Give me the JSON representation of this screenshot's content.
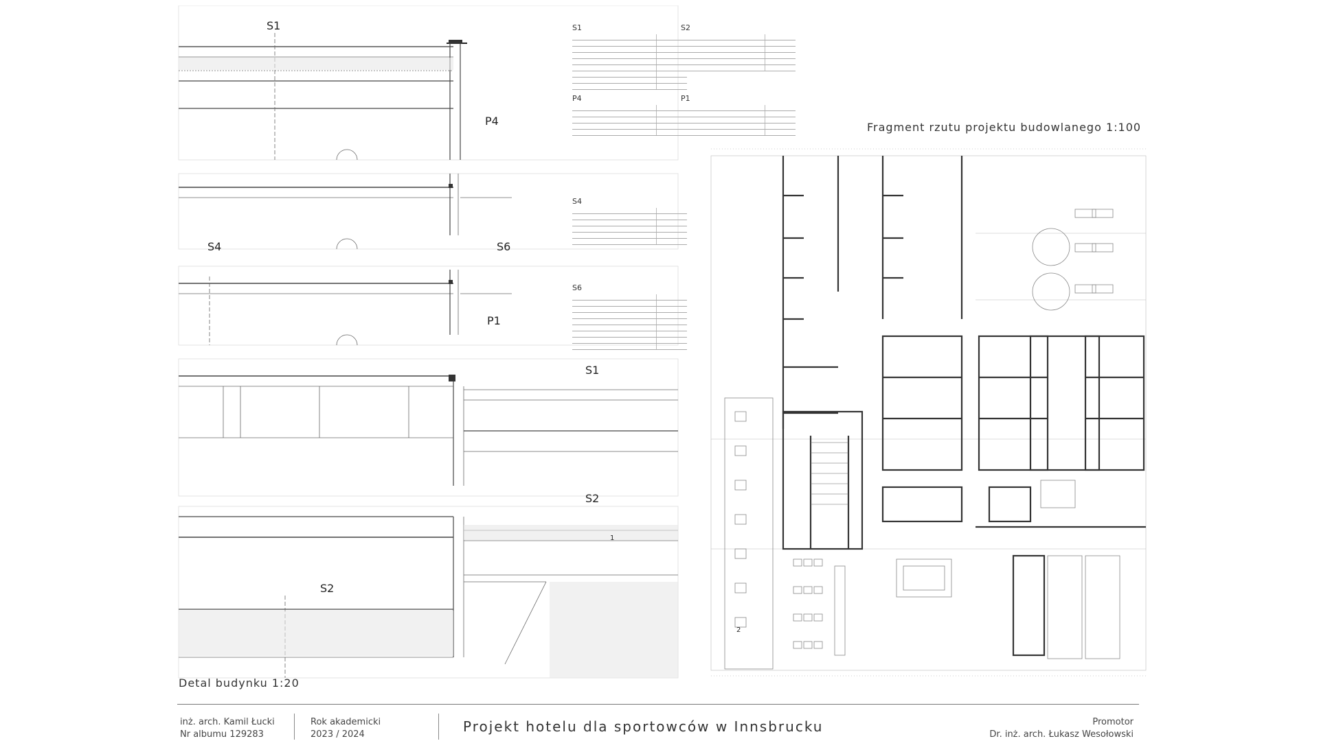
{
  "sections": {
    "s1_top": "S1",
    "p4": "P4",
    "s4": "S4",
    "s6": "S6",
    "p1": "P1",
    "s1_mid": "S1",
    "s2_mid": "S2",
    "s2_low": "S2",
    "num1": "1",
    "num2": "2"
  },
  "spec_tables": [
    {
      "id": "S1",
      "rows": 9
    },
    {
      "id": "S2",
      "rows": 6
    },
    {
      "id": "P4",
      "rows": 5
    },
    {
      "id": "P1",
      "rows": 5
    },
    {
      "id": "S4",
      "rows": 6
    },
    {
      "id": "S6",
      "rows": 9
    }
  ],
  "detail_title": "Detal budynku 1:20",
  "plan_title": "Fragment rzutu projektu budowlanego 1:100",
  "title_block": {
    "author_line1": "inż. arch. Kamil Łucki",
    "author_line2": "Nr albumu 129283",
    "year_line1": "Rok akademicki",
    "year_line2": "2023 / 2024",
    "project_title": "Projekt hotelu dla sportowców w Innsbrucku",
    "promoter_line1": "Promotor",
    "promoter_line2": "Dr. inż. arch. Łukasz Wesołowski"
  }
}
